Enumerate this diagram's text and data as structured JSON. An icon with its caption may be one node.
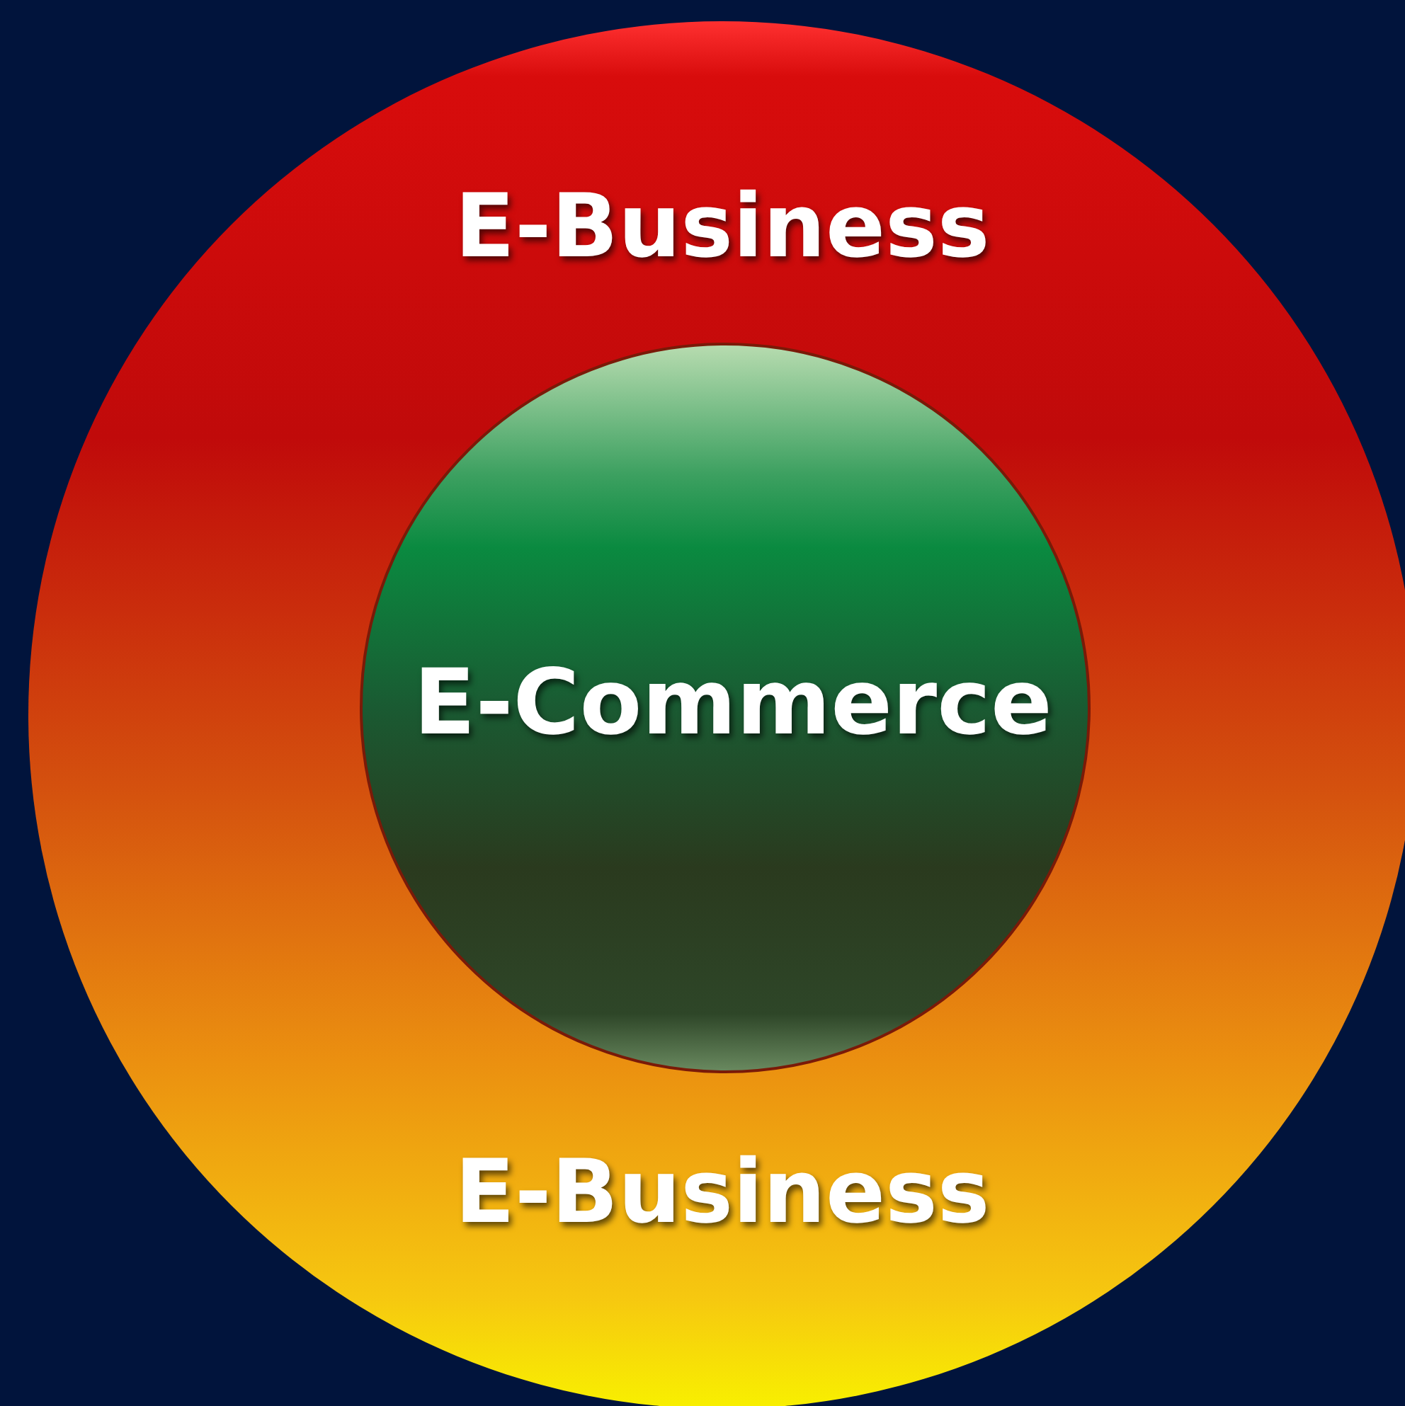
{
  "diagram": {
    "nodes": [
      {
        "text": [
          "E-Business",
          "E-Business"
        ]
      },
      {
        "text": [
          "E-Commerce"
        ],
        "in": 0
      }
    ]
  }
}
